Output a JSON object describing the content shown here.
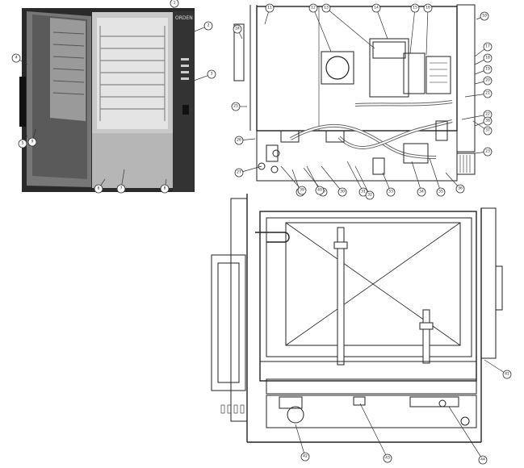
{
  "figure": {
    "photo_brand_text": "ORDEN",
    "accent": "#333333",
    "callout_numbers": {
      "photo": [
        "1",
        "2",
        "3",
        "4",
        "5",
        "6",
        "7",
        "8",
        "9"
      ],
      "side": [
        "10",
        "11",
        "12",
        "13",
        "14",
        "15",
        "16",
        "17",
        "18",
        "19",
        "20",
        "21",
        "22",
        "23",
        "24",
        "25",
        "26",
        "27",
        "28",
        "29",
        "30",
        "31",
        "32",
        "33",
        "34",
        "35",
        "36",
        "37",
        "38",
        "39",
        "40"
      ],
      "bottom": [
        "41",
        "42",
        "43",
        "44"
      ]
    }
  }
}
